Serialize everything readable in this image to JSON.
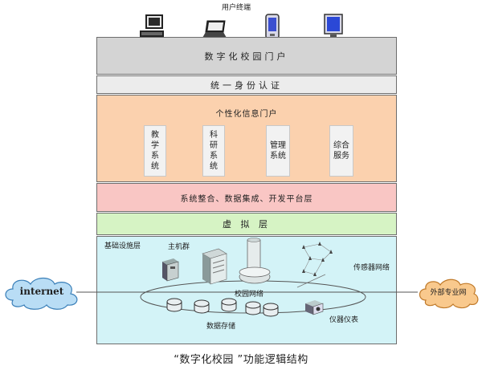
{
  "top_label": "用户终端",
  "layers": {
    "portal": "数字化校园门户",
    "auth": "统一身份认证",
    "personal": "个性化信息门户",
    "integration": "系统整合、数据集成、开发平台层",
    "virtual": "虚  拟  层",
    "infra": "基础设施层"
  },
  "systems": {
    "teaching": "教\n学\n系\n统",
    "research": "科\n研\n系\n统",
    "management": "管理\n系统",
    "service": "综合\n服务"
  },
  "infra_labels": {
    "host": "主机群",
    "campus_net": "校园网络",
    "sensor": "传感器网络",
    "storage": "数据存储",
    "instrument": "仪器仪表"
  },
  "clouds": {
    "left": "internet",
    "right": "外部专业网"
  },
  "caption": "“数字化校园 ”功能逻辑结构",
  "colors": {
    "portal": "#d4d4d4",
    "auth": "#ececec",
    "personal": "#fbd1ae",
    "integration": "#f9c6c4",
    "virtual": "#d6f3c4",
    "infra": "#d3f3f7",
    "cloud_left": "#b9ddf5",
    "cloud_right": "#f9c98d"
  },
  "icons": [
    "desktop-computer-icon",
    "laptop-icon",
    "pda-icon",
    "tablet-icon",
    "server-icon",
    "rack-server-icon",
    "mainframe-icon",
    "database-icon",
    "instrument-icon",
    "sensor-icon"
  ]
}
